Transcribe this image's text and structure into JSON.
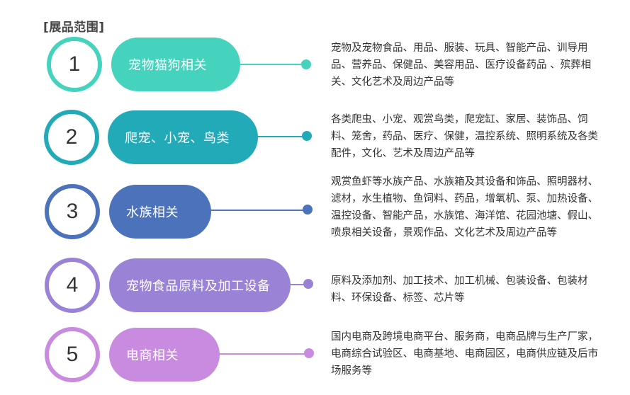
{
  "header": "[展品范围]",
  "items": [
    {
      "num": "1",
      "label": "宠物猫狗相关",
      "color": "#45d3bd",
      "desc": "宠物及宠物食品、用品、服装、玩具、智能产品、训导用品、营养品、保健品、美容用品、医疗设备药品 、殡葬相关、文化艺术及周边产品等"
    },
    {
      "num": "2",
      "label": "爬宠、小宠、鸟类",
      "color": "#22aab8",
      "desc": "各类爬虫、小宠、观赏鸟类，爬宠缸、家居、装饰品、饲料、笼舍，药品、医疗、保健，温控系统、照明系统及各类配件，文化、艺术及周边产品等"
    },
    {
      "num": "3",
      "label": "水族相关",
      "color": "#4b72bb",
      "desc": "观赏鱼虾等水族产品、水族箱及其设备和饰品、照明器材、滤材，水生植物、鱼饲料、药品，增氧机、泵、加热设备、温控设备、智能产品，水族馆、海洋馆、花园池塘、假山、喷泉相关设备，景观作品、文化艺术及周边产品等"
    },
    {
      "num": "4",
      "label": "宠物食品原料及加工设备",
      "color": "#9a82d6",
      "desc": "原料及添加剂、加工技术、加工机械、包装设备、包装材料、环保设备、标签、芯片等"
    },
    {
      "num": "5",
      "label": "电商相关",
      "color": "#c98be0",
      "desc": "国内电商及跨境电商平台、服务商，电商品牌与生产厂家，电商综合试验区、电商基地、电商园区，电商供应链及后市场服务等"
    }
  ]
}
